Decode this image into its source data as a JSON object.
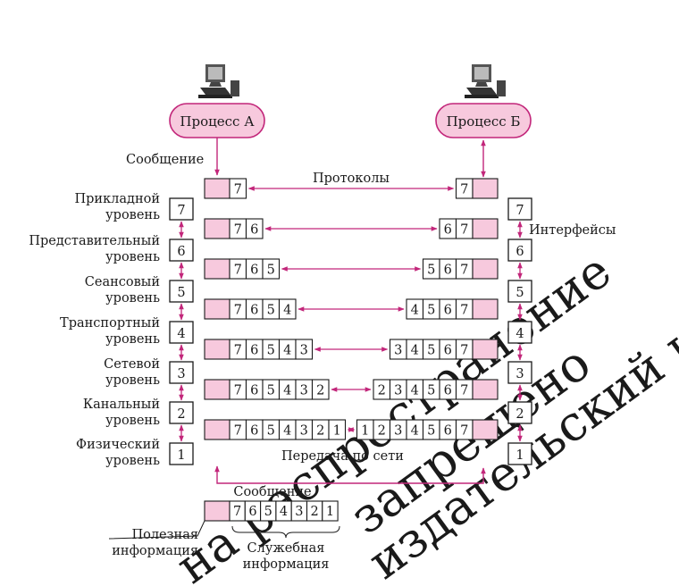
{
  "colors": {
    "accent": "#c2267a",
    "fill": "#f7c9dd",
    "outline": "#1a1a1a"
  },
  "process_a": "Процесс А",
  "process_b": "Процесс Б",
  "message_label": "Сообщение",
  "protocols_label": "Протоколы",
  "interfaces_label": "Интерфейсы",
  "network_label": "Передача по сети",
  "levels": [
    {
      "number": "7",
      "name": "Прикладной",
      "word": "уровень"
    },
    {
      "number": "6",
      "name": "Представительный",
      "word": "уровень"
    },
    {
      "number": "5",
      "name": "Сеансовый",
      "word": "уровень"
    },
    {
      "number": "4",
      "name": "Транспортный",
      "word": "уровень"
    },
    {
      "number": "3",
      "name": "Сетевой",
      "word": "уровень"
    },
    {
      "number": "2",
      "name": "Канальный",
      "word": "уровень"
    },
    {
      "number": "1",
      "name": "Физический",
      "word": "уровень"
    }
  ],
  "legend": {
    "title": "Сообщение",
    "digits": [
      "7",
      "6",
      "5",
      "4",
      "3",
      "2",
      "1"
    ],
    "payload_line1": "Полезная",
    "payload_line2": "информация",
    "service_line1": "Служебная",
    "service_line2": "информация"
  },
  "watermark": [
    "на распространение",
    "запрещено",
    "издательский центр «Академия»"
  ]
}
